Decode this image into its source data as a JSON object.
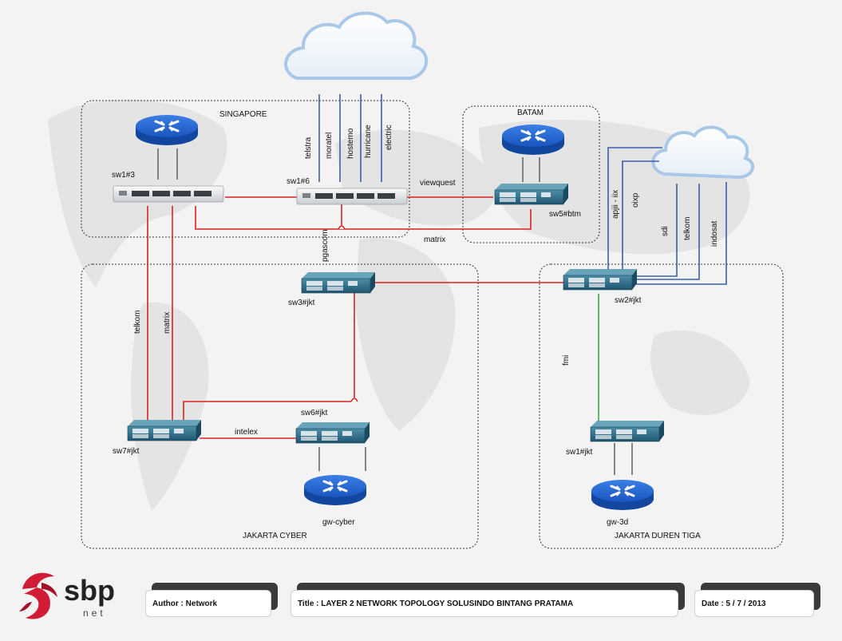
{
  "regions": {
    "singapore": "SINGAPORE",
    "batam": "BATAM",
    "jakarta_cyber": "JAKARTA CYBER",
    "jakarta_duren_tiga": "JAKARTA DUREN TIGA"
  },
  "devices": {
    "sw1_3": "sw1#3",
    "sw1_6": "sw1#6",
    "sw5_btm": "sw5#btm",
    "sw3_jkt": "sw3#jkt",
    "sw2_jkt": "sw2#jkt",
    "sw7_jkt": "sw7#jkt",
    "sw6_jkt": "sw6#jkt",
    "sw1_jkt": "sw1#jkt",
    "gw_cyber": "gw-cyber",
    "gw_3d": "gw-3d"
  },
  "links": {
    "telstra": "telstra",
    "moratel": "moratel",
    "hostemo": "hostemo",
    "hurricane": "hurricane",
    "electric": "electric",
    "viewquest": "viewquest",
    "matrix_top": "matrix",
    "pgascom": "pgascom",
    "telkom_left": "telkom",
    "matrix_left": "matrix",
    "intelex": "intelex",
    "fmi": "fmi",
    "apjii_iix": "apjii - iix",
    "oixp": "oixp",
    "sdi": "sdi",
    "telkom_right": "telkom",
    "indosat": "indosat"
  },
  "footer": {
    "author": "Author : Network",
    "title": "Title : LAYER 2 NETWORK TOPOLOGY SOLUSINDO BINTANG PRATAMA",
    "date": "Date : 5 / 7 / 2013"
  },
  "logo": {
    "brand": "sbp",
    "sub": "net"
  },
  "colors": {
    "link_red": "#e02020",
    "link_blue": "#3a5faa",
    "link_green": "#3aa845",
    "router_blue": "#1f5fd0",
    "switch_teal": "#2c6c86",
    "logo_red": "#d01c34"
  }
}
